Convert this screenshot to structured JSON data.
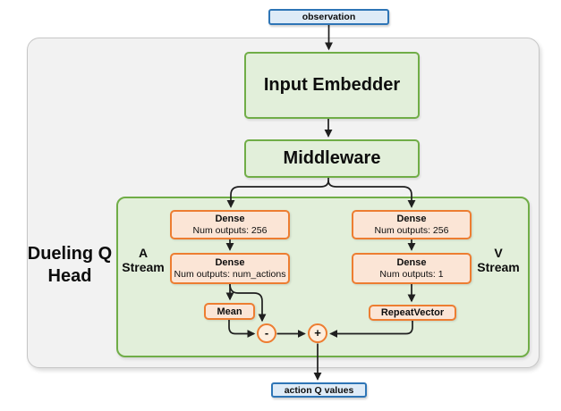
{
  "colors": {
    "blue_fill": "#deebf7",
    "blue_border": "#2e75b6",
    "green_fill": "#e2efda",
    "green_border": "#70ad47",
    "orange_fill": "#fbe5d6",
    "orange_border": "#ed7d31",
    "circle_fill": "#fdeede",
    "gray_fill": "#f2f2f2",
    "gray_border": "#c6c6c6",
    "arrow": "#1f1f1f"
  },
  "nodes": {
    "observation": {
      "label": "observation"
    },
    "input_embedder": {
      "label": "Input Embedder"
    },
    "middleware": {
      "label": "Middleware"
    },
    "a_dense_1": {
      "title": "Dense",
      "subtitle": "Num outputs: 256"
    },
    "a_dense_2": {
      "title": "Dense",
      "subtitle": "Num outputs: num_actions"
    },
    "v_dense_1": {
      "title": "Dense",
      "subtitle": "Num outputs: 256"
    },
    "v_dense_2": {
      "title": "Dense",
      "subtitle": "Num outputs: 1"
    },
    "mean": {
      "label": "Mean"
    },
    "repeat_vector": {
      "label": "RepeatVector"
    },
    "minus_op": {
      "label": "-"
    },
    "plus_op": {
      "label": "+"
    },
    "action_q_values": {
      "label": "action Q values"
    }
  },
  "labels": {
    "dueling_q_head": {
      "line1": "Dueling Q",
      "line2": "Head"
    },
    "a_stream": {
      "line1": "A",
      "line2": "Stream"
    },
    "v_stream": {
      "line1": "V",
      "line2": "Stream"
    }
  }
}
